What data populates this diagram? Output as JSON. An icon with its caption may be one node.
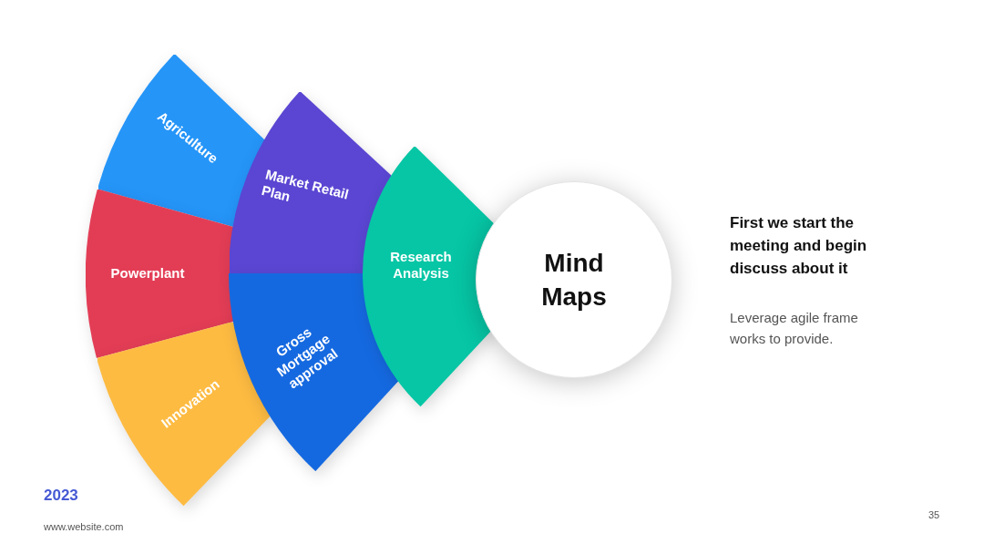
{
  "diagram": {
    "nodes": [
      {
        "text": [
          "Agriculture"
        ]
      },
      {
        "text": [
          "Powerplant"
        ]
      },
      {
        "text": [
          "Innovation"
        ]
      },
      {
        "text": [
          "Market Retail Plan"
        ]
      },
      {
        "text": [
          "Gross Mortgage approval"
        ]
      },
      {
        "text": [
          "Research Analysis"
        ]
      },
      {
        "text": [
          "Mind Maps"
        ]
      }
    ],
    "labels": [
      "First we start the meeting and begin discuss about it",
      "Leverage agile frame works to provide.",
      "2023",
      "www.website.com",
      "35"
    ]
  }
}
